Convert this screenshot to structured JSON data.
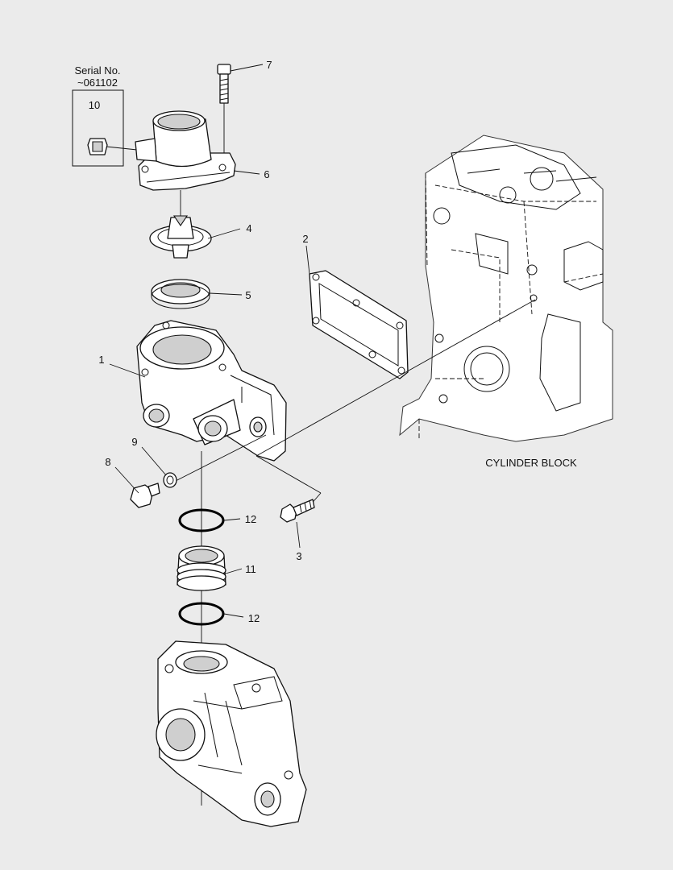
{
  "serial_note": {
    "line1": "Serial No.",
    "line2": "~061102"
  },
  "callouts": {
    "p1": "1",
    "p2": "2",
    "p3": "3",
    "p4": "4",
    "p5": "5",
    "p6": "6",
    "p7": "7",
    "p8": "8",
    "p9": "9",
    "p10": "10",
    "p11": "11",
    "p12a": "12",
    "p12b": "12"
  },
  "labels": {
    "cylinder_block": "CYLINDER BLOCK"
  }
}
